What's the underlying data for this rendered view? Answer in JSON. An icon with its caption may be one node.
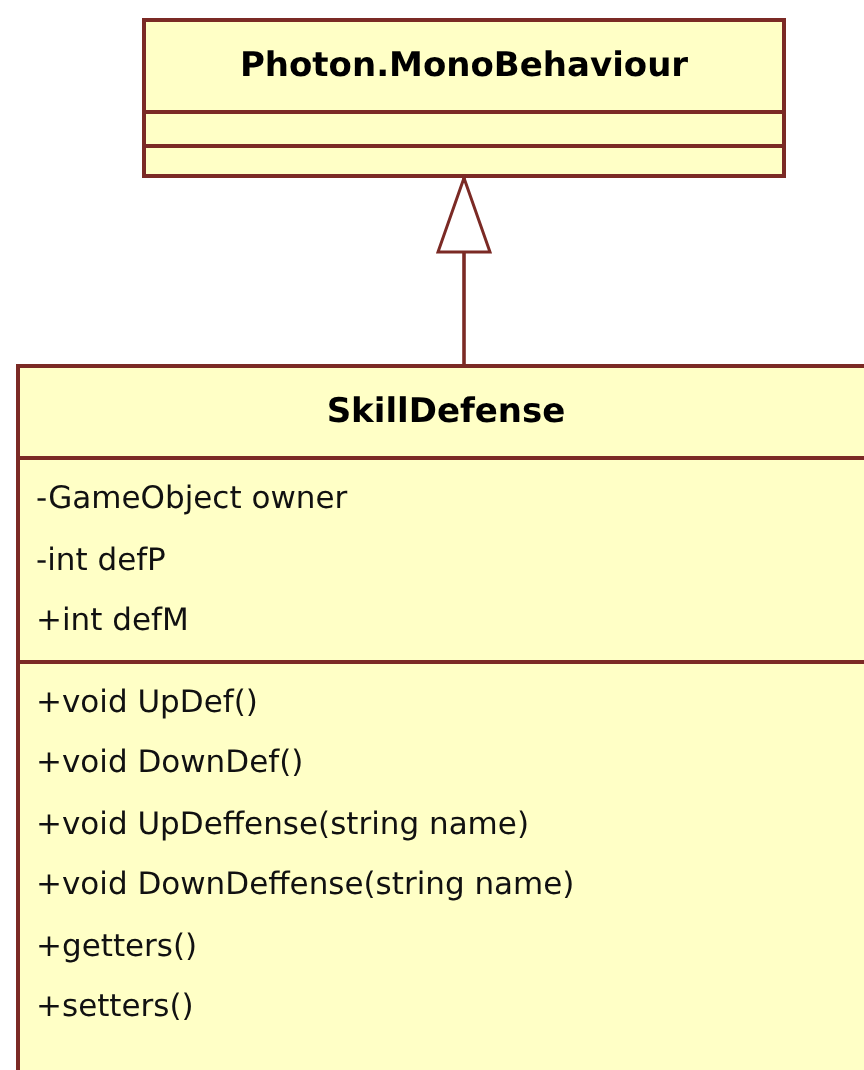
{
  "diagram": {
    "nodes": [
      {
        "text": [
          "Photon.MonoBehaviour"
        ]
      },
      {
        "text": [
          "SkillDefense",
          "-GameObject owner",
          "-int defP",
          "+int defM",
          "+void UpDef()",
          "+void DownDef()",
          "+void UpDeffense(string name)",
          "+void DownDeffense(string name)",
          "+getters()",
          "+setters()"
        ]
      }
    ],
    "edges": [
      {
        "from": 1,
        "to": 0,
        "arrow": "to"
      }
    ]
  }
}
